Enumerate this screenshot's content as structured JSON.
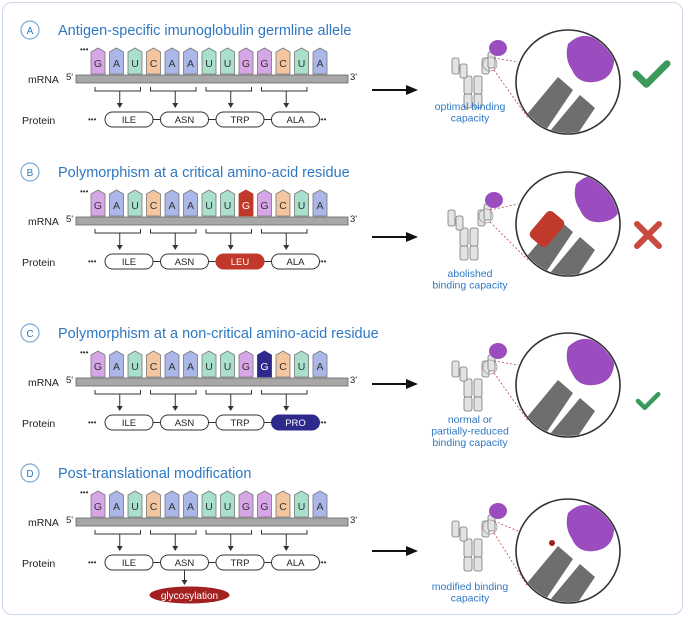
{
  "panels": [
    {
      "letter": "A",
      "title": "Antigen-specific imunoglobulin germline allele",
      "mrna_label": "mRNA",
      "protein_label": "Protein",
      "five_prime": "5'",
      "three_prime": "3'",
      "codons": [
        [
          "G",
          "A",
          "U"
        ],
        [
          "C",
          "A",
          "A"
        ],
        [
          "U",
          "U",
          "G"
        ],
        [
          "G",
          "C",
          "U"
        ]
      ],
      "extra_base": "A",
      "highlight": null,
      "proteins": [
        "ILE",
        "ASN",
        "TRP",
        "ALA"
      ],
      "highlight_protein": -1,
      "result": [
        "optimal binding",
        "capacity"
      ],
      "mark": "check"
    },
    {
      "letter": "B",
      "title": "Polymorphism at a critical amino-acid residue",
      "mrna_label": "mRNA",
      "protein_label": "Protein",
      "five_prime": "5'",
      "three_prime": "3'",
      "codons": [
        [
          "G",
          "A",
          "U"
        ],
        [
          "C",
          "A",
          "A"
        ],
        [
          "U",
          "U",
          "G"
        ],
        [
          "G",
          "C",
          "U"
        ]
      ],
      "extra_base": "A",
      "highlight": [
        2,
        2
      ],
      "proteins": [
        "ILE",
        "ASN",
        "LEU",
        "ALA"
      ],
      "highlight_protein": 2,
      "result": [
        "abolished",
        "binding capacity"
      ],
      "mark": "cross"
    },
    {
      "letter": "C",
      "title": "Polymorphism at a non-critical amino-acid residue",
      "mrna_label": "mRNA",
      "protein_label": "Protein",
      "five_prime": "5'",
      "three_prime": "3'",
      "codons": [
        [
          "G",
          "A",
          "U"
        ],
        [
          "C",
          "A",
          "A"
        ],
        [
          "U",
          "U",
          "G"
        ],
        [
          "G",
          "C",
          "U"
        ]
      ],
      "extra_base": "A",
      "highlight": [
        3,
        0
      ],
      "proteins": [
        "ILE",
        "ASN",
        "TRP",
        "PRO"
      ],
      "highlight_protein": 3,
      "result": [
        "normal or",
        "partially-reduced",
        "binding capacity"
      ],
      "mark": "check-small"
    },
    {
      "letter": "D",
      "title": "Post-translational modification",
      "mrna_label": "mRNA",
      "protein_label": "Protein",
      "five_prime": "5'",
      "three_prime": "3'",
      "codons": [
        [
          "G",
          "A",
          "U"
        ],
        [
          "C",
          "A",
          "A"
        ],
        [
          "U",
          "U",
          "G"
        ],
        [
          "G",
          "C",
          "U"
        ]
      ],
      "extra_base": "A",
      "highlight": null,
      "proteins": [
        "ILE",
        "ASN",
        "TRP",
        "ALA"
      ],
      "highlight_protein": -1,
      "modification": "glycosylation",
      "result": [
        "modified binding",
        "capacity"
      ],
      "mark": "none"
    }
  ],
  "colors": {
    "G": "#d7a6e6",
    "A": "#aab7e8",
    "U": "#a8e0cd",
    "C": "#f3c6a0",
    "mutLeu": "#c0392b",
    "mutPro": "#2e2a8c",
    "title": "#2e78c2",
    "antigen": "#9b4dbf",
    "check": "#3b9a5a",
    "cross": "#c94a3f",
    "glyco": "#a32020"
  },
  "ellipsis": "•••"
}
